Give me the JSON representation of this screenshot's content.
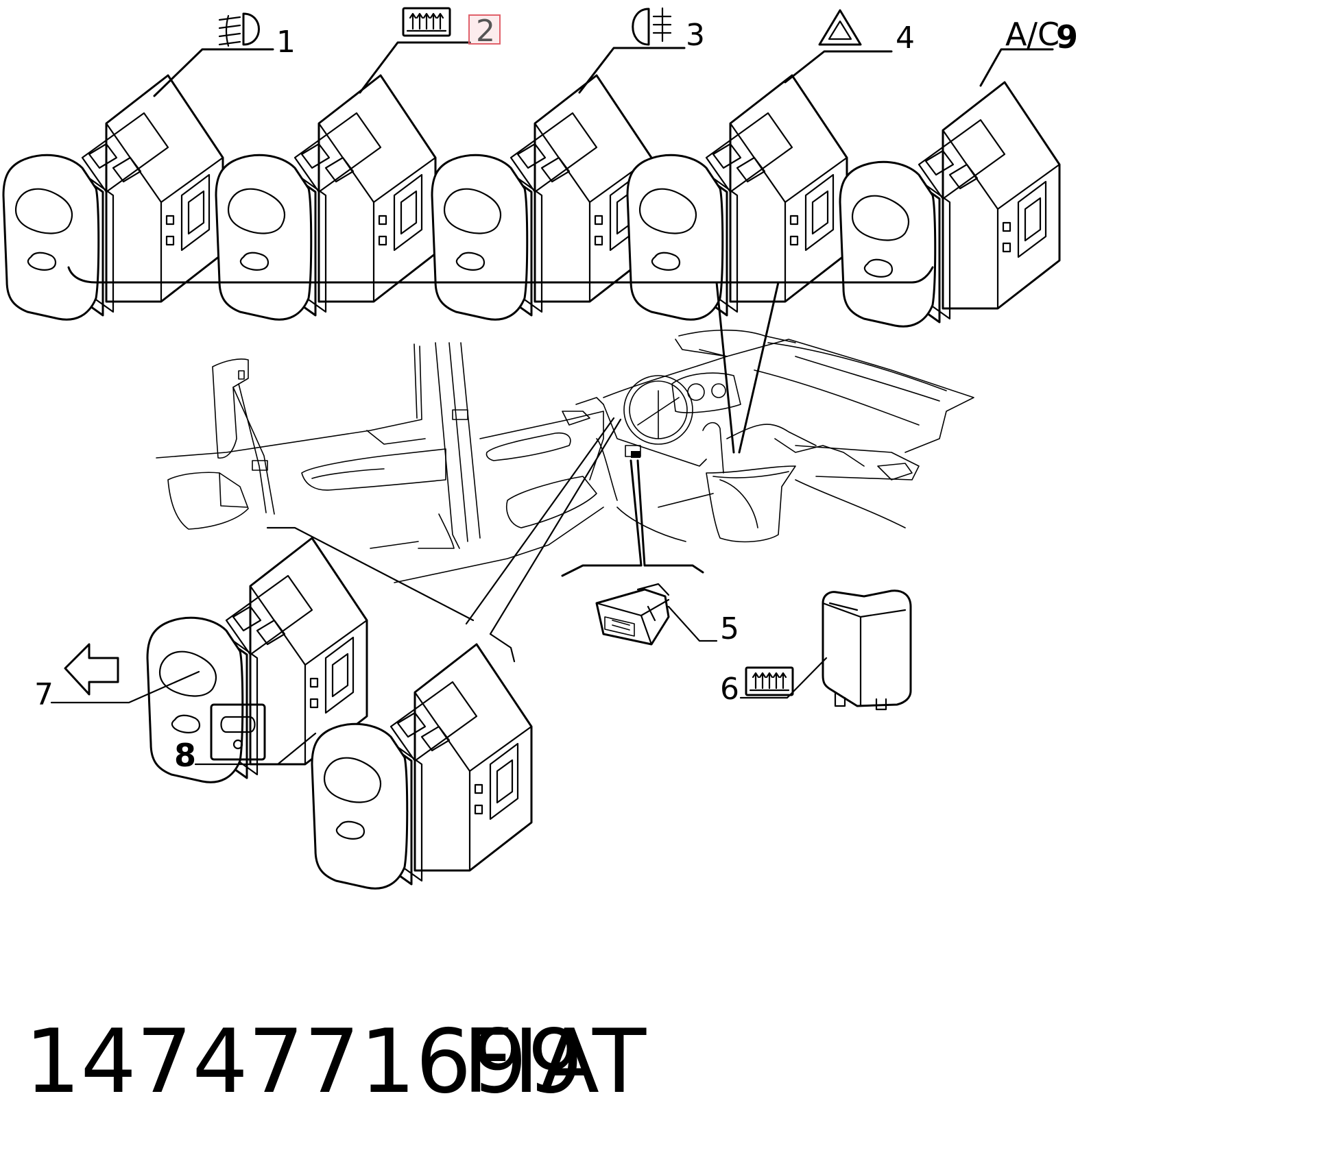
{
  "callouts": [
    {
      "id": "1",
      "label": "1",
      "symbol": "front-fog-light-icon"
    },
    {
      "id": "2",
      "label": "2",
      "symbol": "rear-defroster-icon",
      "highlighted": true
    },
    {
      "id": "3",
      "label": "3",
      "symbol": "rear-fog-light-icon"
    },
    {
      "id": "4",
      "label": "4",
      "symbol": "hazard-warning-icon"
    },
    {
      "id": "9",
      "label": "9",
      "symbol_text": "A/C"
    },
    {
      "id": "5",
      "label": "5"
    },
    {
      "id": "6",
      "label": "6",
      "symbol": "rear-defroster-icon"
    },
    {
      "id": "7",
      "label": "7",
      "symbol": "left-arrow-icon"
    },
    {
      "id": "8",
      "label": "8",
      "symbol": "interior-light-icon"
    }
  ],
  "footer": {
    "part_number": "1474771699",
    "brand": "FIAT"
  },
  "colors": {
    "line": "#000000",
    "background": "#ffffff",
    "highlight": "#e0606a"
  }
}
